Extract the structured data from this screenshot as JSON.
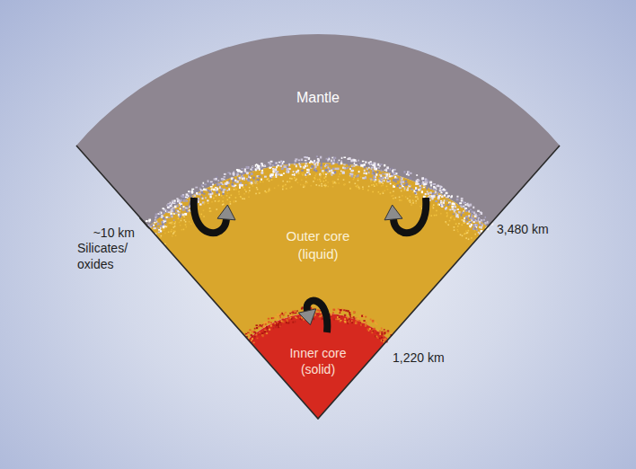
{
  "diagram": {
    "nodes": [
      {
        "text": [
          "Mantle"
        ]
      },
      {
        "text": [
          "Outer core (liquid)"
        ]
      },
      {
        "text": [
          "Inner core (solid)"
        ]
      }
    ],
    "labels": [
      "~10 km",
      "Silicates/ oxides",
      "3,480 km",
      "1,220 km"
    ]
  }
}
